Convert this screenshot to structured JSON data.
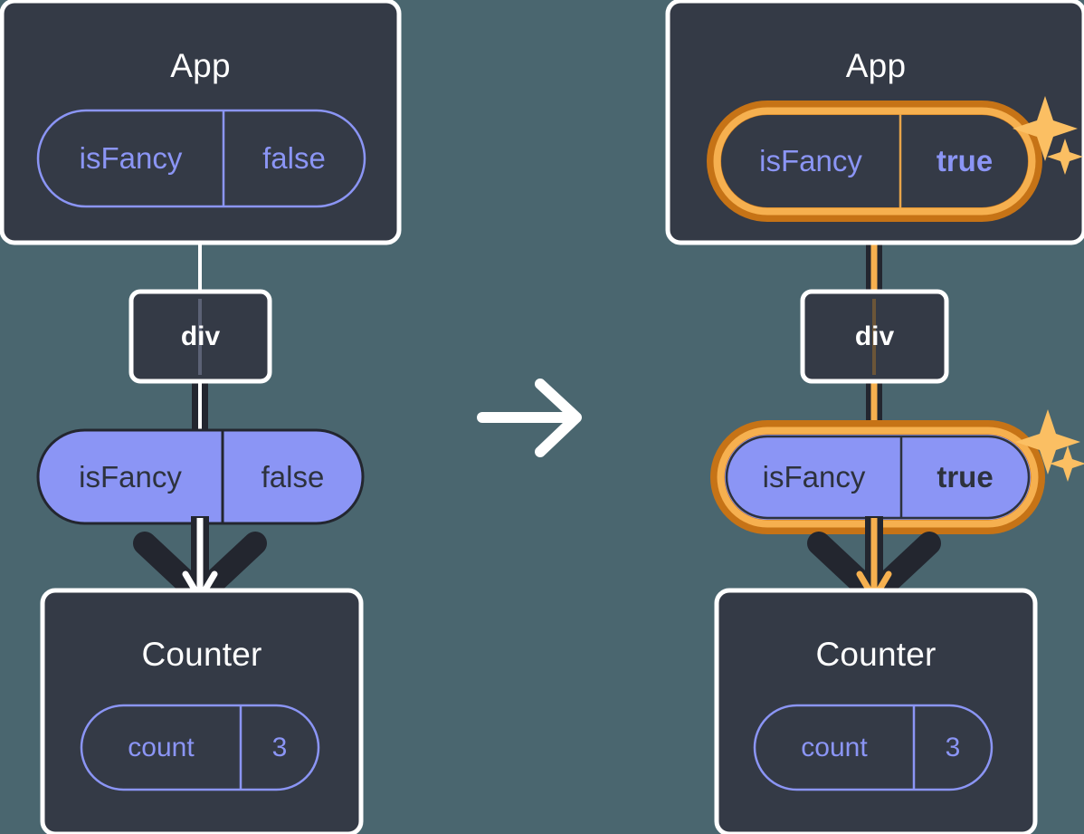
{
  "diagram": {
    "type": "react-state-propagation",
    "description": "Two-panel diagram showing a React component tree before and after a prop value change",
    "transition_icon": "arrow-right-icon",
    "colors": {
      "background": "#4a666f",
      "node_dark": "#343a46",
      "node_border": "#ffffff",
      "pill_purple": "#8b95f5",
      "pill_text_on_dark": "#8b95f5",
      "pill_text_on_purple": "#2d323d",
      "highlight_outer": "#c67316",
      "highlight_inner": "#f6b04f",
      "edge_dark": "#23262f",
      "edge_light": "#ffffff",
      "sparkle": "#fbbf63"
    }
  },
  "panels": [
    {
      "id": "before",
      "name": "before-panel",
      "app": {
        "title": "App",
        "prop": {
          "key": "isFancy",
          "value": "false",
          "highlighted": false,
          "bold_value": false
        }
      },
      "div": {
        "title": "div"
      },
      "prop_pill": {
        "key": "isFancy",
        "value": "false",
        "highlighted": false,
        "bold_value": false
      },
      "counter": {
        "title": "Counter",
        "state": {
          "key": "count",
          "value": "3",
          "highlighted": false
        }
      },
      "sparkles": false
    },
    {
      "id": "after",
      "name": "after-panel",
      "app": {
        "title": "App",
        "prop": {
          "key": "isFancy",
          "value": "true",
          "highlighted": true,
          "bold_value": true
        }
      },
      "div": {
        "title": "div"
      },
      "prop_pill": {
        "key": "isFancy",
        "value": "true",
        "highlighted": true,
        "bold_value": true
      },
      "counter": {
        "title": "Counter",
        "state": {
          "key": "count",
          "value": "3",
          "highlighted": false
        }
      },
      "sparkles": true
    }
  ]
}
